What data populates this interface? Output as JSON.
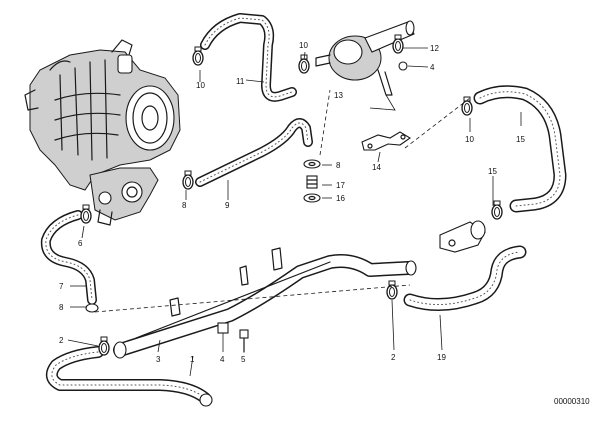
{
  "diagram": {
    "reference_code": "00000310",
    "callouts": [
      {
        "id": "c10a",
        "label": "10"
      },
      {
        "id": "c11",
        "label": "11"
      },
      {
        "id": "c10b",
        "label": "10"
      },
      {
        "id": "c13",
        "label": "13"
      },
      {
        "id": "c12",
        "label": "12"
      },
      {
        "id": "c4a",
        "label": "4"
      },
      {
        "id": "c10c",
        "label": "10"
      },
      {
        "id": "c15a",
        "label": "15"
      },
      {
        "id": "c14",
        "label": "14"
      },
      {
        "id": "c8a",
        "label": "8"
      },
      {
        "id": "c17",
        "label": "17"
      },
      {
        "id": "c16",
        "label": "16"
      },
      {
        "id": "c8b",
        "label": "8"
      },
      {
        "id": "c9",
        "label": "9"
      },
      {
        "id": "c15b",
        "label": "15"
      },
      {
        "id": "c6",
        "label": "6"
      },
      {
        "id": "c7",
        "label": "7"
      },
      {
        "id": "c8c",
        "label": "8"
      },
      {
        "id": "c2a",
        "label": "2"
      },
      {
        "id": "c3",
        "label": "3"
      },
      {
        "id": "c1",
        "label": "1"
      },
      {
        "id": "c4b",
        "label": "4"
      },
      {
        "id": "c5",
        "label": "5"
      },
      {
        "id": "c2b",
        "label": "2"
      },
      {
        "id": "c19",
        "label": "19"
      }
    ]
  }
}
